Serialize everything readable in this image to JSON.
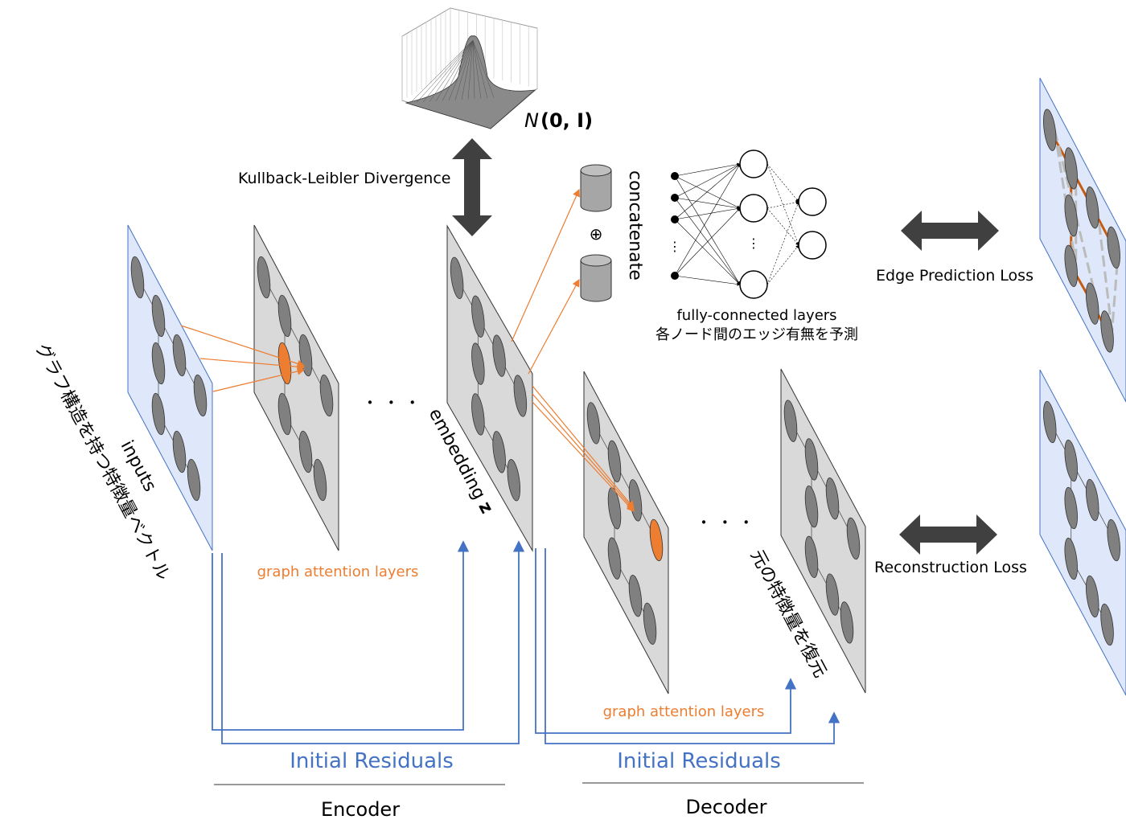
{
  "labels": {
    "kl": "Kullback-Leibler Divergence",
    "normal_n": "N",
    "normal_args": "(0, I)",
    "concatenate": "concatenate",
    "oplus": "⊕",
    "fc_layers": "fully-connected layers",
    "fc_desc": "各ノード間のエッジ有無を予測",
    "edge_loss": "Edge Prediction Loss",
    "recon_loss": "Reconstruction Loss",
    "inputs": "inputs",
    "inputs_desc": "グラフ構造を持つ特徴量ベクトル",
    "embedding": "embedding ",
    "embedding_z": "z",
    "restore": "元の特徴量を復元",
    "gat_enc": "graph attention layers",
    "gat_dec": "graph attention layers",
    "res_enc": "Initial Residuals",
    "res_dec": "Initial Residuals",
    "encoder": "Encoder",
    "decoder": "Decoder",
    "ellipsis": "・ ・ ・",
    "vdots": "⋮"
  },
  "colors": {
    "orange": "#ED7D31",
    "blue": "#4472C4",
    "input_panel": "#DEE8FA",
    "hidden_panel": "#D9D9D9",
    "node": "#808080",
    "arrow": "#404040"
  }
}
